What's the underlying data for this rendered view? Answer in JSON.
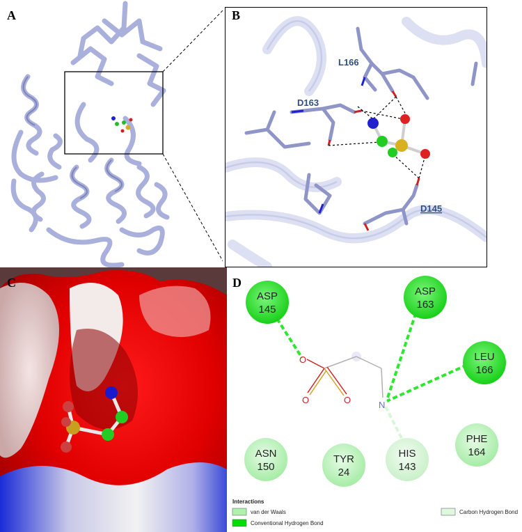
{
  "panels": {
    "a": {
      "letter": "A"
    },
    "b": {
      "letter": "B",
      "labels": [
        "L166",
        "D163",
        "D145"
      ]
    },
    "c": {
      "letter": "C"
    },
    "d": {
      "letter": "D",
      "residues": [
        {
          "name": "ASP",
          "num": "145",
          "type": "hbond"
        },
        {
          "name": "ASP",
          "num": "163",
          "type": "hbond"
        },
        {
          "name": "LEU",
          "num": "166",
          "type": "hbond"
        },
        {
          "name": "PHE",
          "num": "164",
          "type": "vdw"
        },
        {
          "name": "HIS",
          "num": "143",
          "type": "ch"
        },
        {
          "name": "TYR",
          "num": "24",
          "type": "vdw"
        },
        {
          "name": "ASN",
          "num": "150",
          "type": "vdw"
        }
      ],
      "ligand_atoms": [
        "O",
        "O",
        "O",
        "N"
      ],
      "legend": {
        "title": "Interactions",
        "items": [
          {
            "label": "van der Waals",
            "color": "#aef2ae"
          },
          {
            "label": "Conventional Hydrogen Bond",
            "color": "#00e000"
          },
          {
            "label": "Carbon Hydrogen Bond",
            "color": "#dff7df"
          }
        ]
      }
    }
  },
  "colors": {
    "ribbon": "#aab0dc",
    "ribbon_dark": "#7d84b8",
    "hbond_line": "#2ee62e",
    "surface_red": "#e00000"
  }
}
